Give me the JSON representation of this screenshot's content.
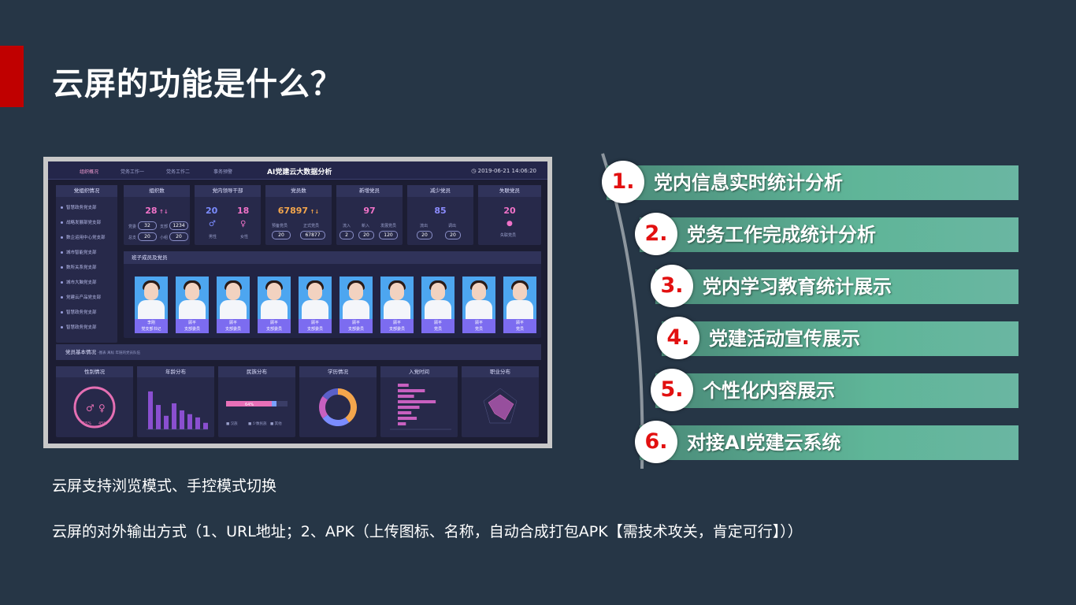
{
  "slide": {
    "title": "云屏的功能是什么？",
    "note1": "云屏支持浏览模式、手控模式切换",
    "note2": "云屏的对外输出方式（1、URL地址；2、APK（上传图标、名称，自动合成打包APK【需技术攻关，肯定可行】））"
  },
  "features": [
    {
      "num": "1.",
      "text": "党内信息实时统计分析"
    },
    {
      "num": "2.",
      "text": "党务工作完成统计分析"
    },
    {
      "num": "3.",
      "text": "党内学习教育统计展示"
    },
    {
      "num": "4.",
      "text": "党建活动宣传展示"
    },
    {
      "num": "5.",
      "text": "个性化内容展示"
    },
    {
      "num": "6.",
      "text": "对接AI党建云系统"
    }
  ],
  "dashboard": {
    "tabs": [
      "组织概况",
      "党务工作一",
      "党务工作二",
      "事务预警"
    ],
    "title": "AI党建云大数据分析",
    "datetime": "2019-06-21 14:06:20",
    "sidebar_title": "党组织情况",
    "sidebar": [
      "智慧政务党支部",
      "战略发展部党支部",
      "数企运用中心党支部",
      "城市智能党支部",
      "数所关系党支部",
      "城市大脑党支部",
      "党建云产品党支部",
      "智慧政务党支部",
      "智慧政务党支部"
    ],
    "stats": {
      "org": {
        "head": "组织数",
        "value": "28",
        "pills": [
          "32",
          "1234",
          "20",
          "20"
        ],
        "labels": [
          "党委",
          "支部",
          "总支",
          "小组"
        ]
      },
      "cadre": {
        "head": "党内领导干部",
        "male": "20",
        "female": "18",
        "male_label": "男性",
        "female_label": "女性"
      },
      "members": {
        "head": "党员数",
        "value": "67897",
        "pills": [
          "20",
          "67877"
        ],
        "labels": [
          "预备党员",
          "正式党员"
        ]
      },
      "new": {
        "head": "新增党员",
        "value": "97",
        "pills": [
          "2",
          "20",
          "120"
        ],
        "labels": [
          "流入",
          "新入",
          "发展党员"
        ]
      },
      "reduce": {
        "head": "减少党员",
        "value": "85",
        "pills": [
          "20",
          "20"
        ],
        "labels": [
          "流出",
          "调出"
        ]
      },
      "lost": {
        "head": "失联党员",
        "value": "20",
        "label": "失联党员"
      }
    },
    "team_title": "班子成员及党员",
    "team": [
      {
        "name": "李刚",
        "role": "党支部书记"
      },
      {
        "name": "顾平",
        "role": "支部委员"
      },
      {
        "name": "顾平",
        "role": "支部委员"
      },
      {
        "name": "顾平",
        "role": "支部委员"
      },
      {
        "name": "顾平",
        "role": "支部委员"
      },
      {
        "name": "顾平",
        "role": "支部委员"
      },
      {
        "name": "顾平",
        "role": "支部委员"
      },
      {
        "name": "顾平",
        "role": "党员"
      },
      {
        "name": "顾平",
        "role": "党员"
      },
      {
        "name": "顾平",
        "role": "党员"
      }
    ],
    "basic_title": "党员基本情况",
    "basic_sub": "-图表 离标 年链的党员队伍",
    "charts": [
      "性别情况",
      "年龄分布",
      "民族分布",
      "学历情况",
      "入党时间",
      "职业分布"
    ],
    "gender": {
      "male": "55%",
      "female": "45%"
    },
    "ethnic": {
      "pct": "64%",
      "legend": [
        "汉族",
        "少数民族",
        "其他"
      ]
    }
  },
  "chart_data": [
    {
      "type": "bar",
      "title": "年龄分布",
      "categories": [
        "",
        "",
        "",
        "",
        "",
        "",
        "",
        ""
      ],
      "values": [
        70,
        45,
        25,
        48,
        35,
        28,
        22,
        12
      ],
      "ylim": [
        0,
        80
      ]
    },
    {
      "type": "pie",
      "title": "学历情况",
      "values": [
        40,
        25,
        20,
        15
      ]
    },
    {
      "type": "bar",
      "title": "入党时间",
      "categories": [
        "",
        "",
        "",
        "",
        "",
        "",
        "",
        ""
      ],
      "values": [
        20,
        50,
        30,
        70,
        40,
        25,
        35,
        15
      ],
      "ylim": [
        0,
        80
      ]
    }
  ],
  "colors": {
    "background": "#263646",
    "accent": "#c00000",
    "feature_bar": "#5fb598",
    "number": "#e21010",
    "dashboard_bg": "#1c1d33"
  }
}
